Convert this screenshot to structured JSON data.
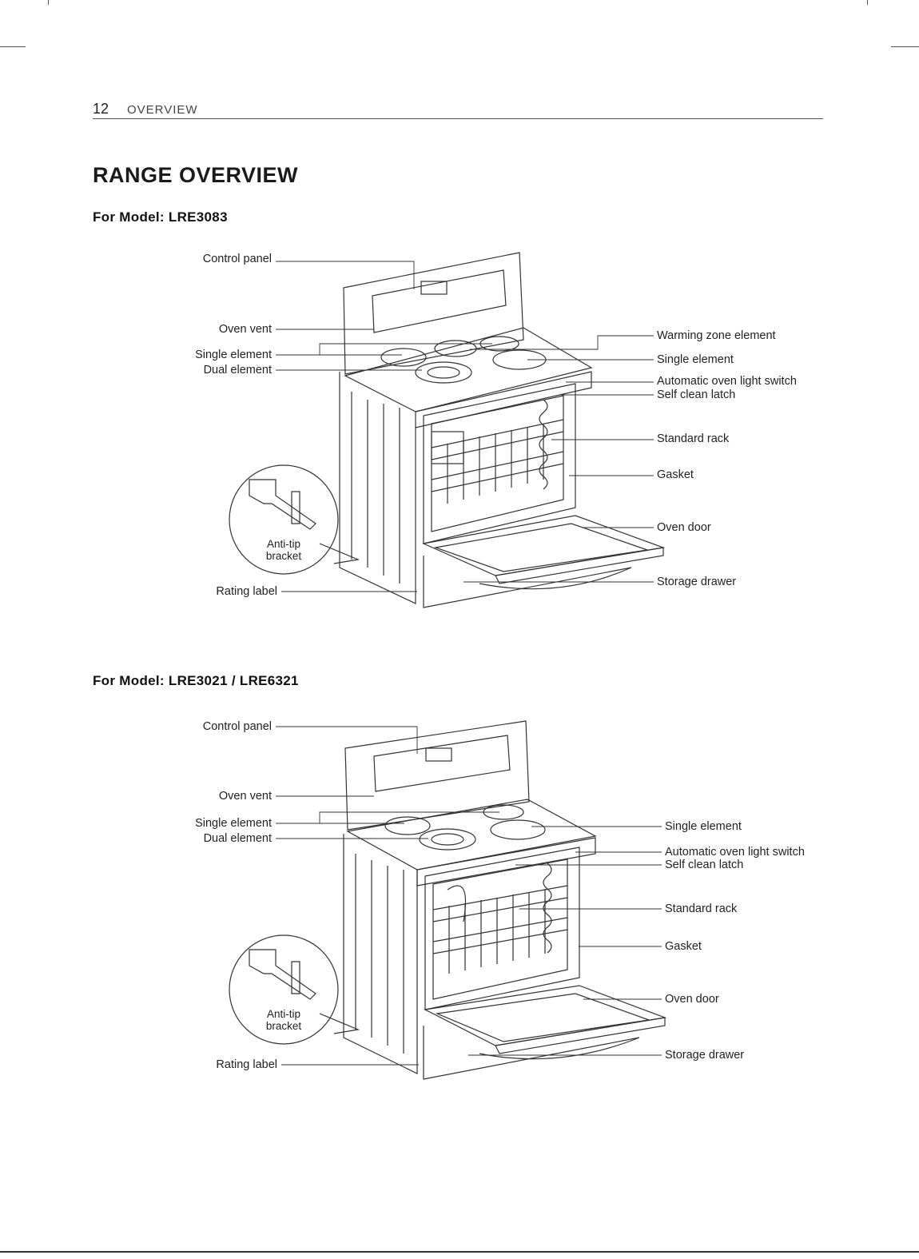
{
  "header": {
    "page_number": "12",
    "section": "OVERVIEW"
  },
  "title": "RANGE OVERVIEW",
  "models": [
    {
      "heading": "For Model: LRE3083",
      "left_labels": [
        "Control panel",
        "Oven vent",
        "Single element",
        "Dual element",
        "Rating label"
      ],
      "right_labels": [
        "Warming zone element",
        "Single element",
        "Automatic oven light switch",
        "Self clean latch",
        "Standard rack",
        "Gasket",
        "Oven door",
        "Storage drawer"
      ],
      "inset_label": [
        "Anti-tip",
        "bracket"
      ]
    },
    {
      "heading": "For Model: LRE3021 / LRE6321",
      "left_labels": [
        "Control panel",
        "Oven vent",
        "Single element",
        "Dual element",
        "Rating label"
      ],
      "right_labels": [
        "Single element",
        "Automatic oven light switch",
        "Self clean latch",
        "Standard rack",
        "Gasket",
        "Oven door",
        "Storage drawer"
      ],
      "inset_label": [
        "Anti-tip",
        "bracket"
      ]
    }
  ]
}
